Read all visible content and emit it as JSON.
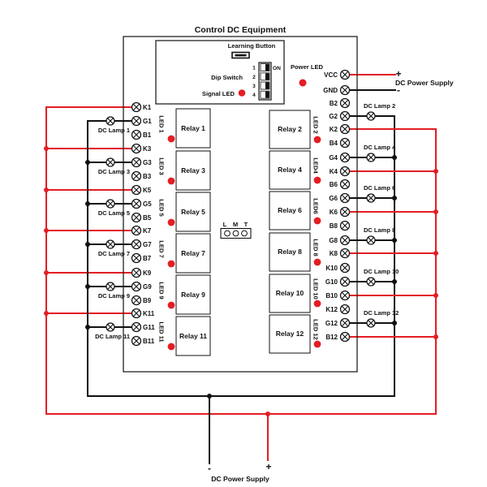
{
  "title": "Control DC Equipment",
  "module": {
    "learning_button_label": "Learning Button",
    "dip_switch_label": "Dip Switch",
    "dip_switch_positions": [
      "1",
      "2",
      "3",
      "4"
    ],
    "dip_switch_on_label": "ON",
    "signal_led_label": "Signal LED",
    "power_led_label": "Power LED",
    "mode_labels": [
      "L",
      "M",
      "T"
    ]
  },
  "terminals": {
    "left": [
      "K1",
      "G1",
      "B1",
      "K3",
      "G3",
      "B3",
      "K5",
      "G5",
      "B5",
      "K7",
      "G7",
      "B7",
      "K9",
      "G9",
      "B9",
      "K11",
      "G11",
      "B11"
    ],
    "right": [
      "VCC",
      "GND",
      "B2",
      "G2",
      "K2",
      "B4",
      "G4",
      "K4",
      "B6",
      "G6",
      "K6",
      "B8",
      "G8",
      "K8",
      "K10",
      "G10",
      "B10",
      "K12",
      "G12",
      "B12"
    ]
  },
  "relays": {
    "left": [
      "Relay 1",
      "Relay 3",
      "Relay 5",
      "Relay 7",
      "Relay 9",
      "Relay 11"
    ],
    "right": [
      "Relay 2",
      "Relay 4",
      "Relay 6",
      "Relay 8",
      "Relay 10",
      "Relay 12"
    ]
  },
  "leds": {
    "left": [
      "LED 1",
      "LED 3",
      "LED 5",
      "LED 7",
      "LED 9",
      "LED 11"
    ],
    "right": [
      "LED 2",
      "LED4",
      "LED6",
      "LED 8",
      "LED 10",
      "LED 12"
    ]
  },
  "lamps": {
    "left": [
      "DC Lamp 1",
      "DC Lamp 3",
      "DC Lamp 5",
      "DC Lamp 7",
      "DC Lamp 9",
      "DC Lamp 11"
    ],
    "right": [
      "DC Lamp 2",
      "DC Lamp 4",
      "DC Lamp 6",
      "DC Lamp 8",
      "DC Lamp 10",
      "DC Lamp 12"
    ]
  },
  "power_supply_right": {
    "positive": "+",
    "negative": "-",
    "label": "DC Power Supply"
  },
  "power_supply_bottom": {
    "negative": "-",
    "positive": "+",
    "label": "DC Power Supply"
  },
  "colors": {
    "positive_wire": "#e31e24",
    "negative_wire": "#111111",
    "led": "#e31e24"
  }
}
